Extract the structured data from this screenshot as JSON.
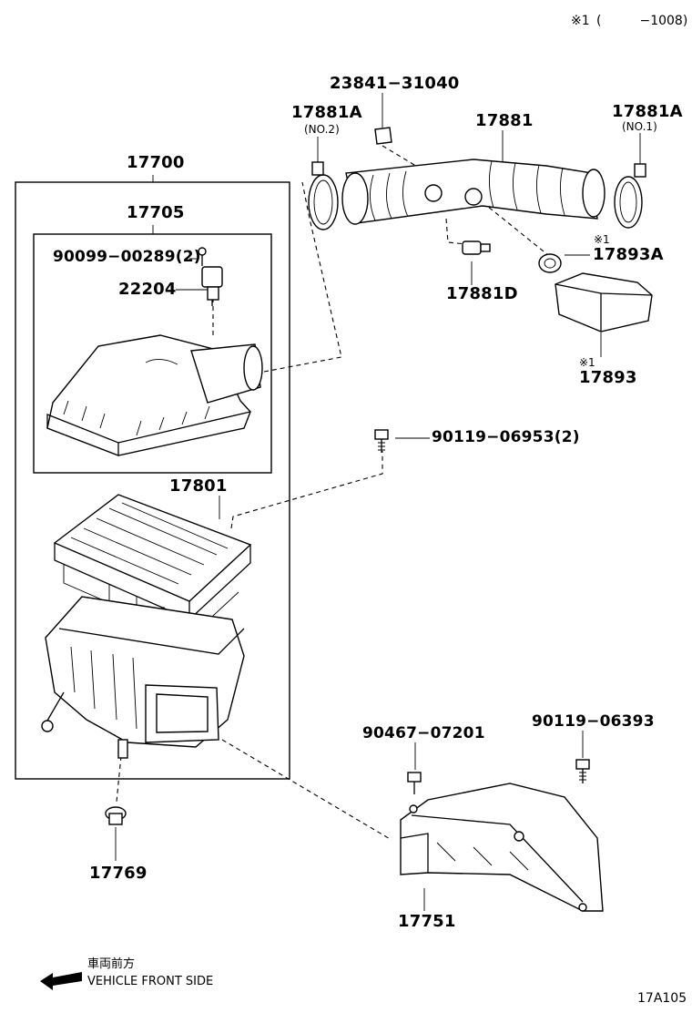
{
  "header": {
    "note_mark": "※1",
    "note_range": "(　　　−1008)"
  },
  "labels": {
    "p17700": "17700",
    "p17705": "17705",
    "p90099": "90099−00289(2)",
    "p22204": "22204",
    "p17801": "17801",
    "p17769": "17769",
    "p23841": "23841−31040",
    "p17881A_no2": "17881A",
    "no2": "(NO.2)",
    "p17881": "17881",
    "p17881A_no1": "17881A",
    "no1": "(NO.1)",
    "mark1a": "※1",
    "p17893A": "17893A",
    "p17881D": "17881D",
    "mark1b": "※1",
    "p17893": "17893",
    "p90119_06953": "90119−06953(2)",
    "p90467": "90467−07201",
    "p90119_06393": "90119−06393",
    "p17751": "17751"
  },
  "footer": {
    "direction_jp": "車両前方",
    "direction_en": "VEHICLE FRONT SIDE",
    "figure_id": "17A105"
  },
  "icons": {
    "direction_arrow": "left-arrow-icon"
  }
}
